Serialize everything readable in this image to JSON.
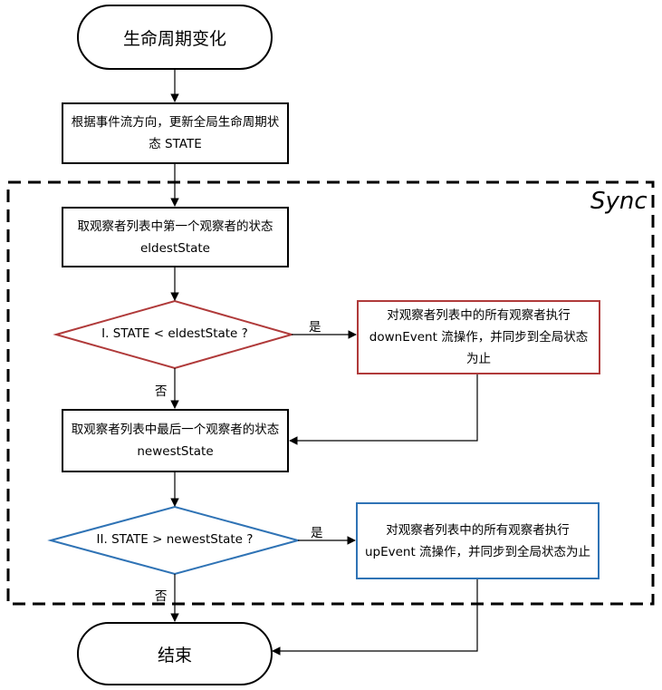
{
  "diagram": {
    "start": "生命周期变化",
    "update_global": "根据事件流方向，更新全局生命周期状态 STATE",
    "group_label": "Sync",
    "get_eldest": "取观察者列表中第一个观察者的状态 eldestState",
    "decision1": "I. STATE < eldestState ?",
    "down_event": "对观察者列表中的所有观察者执行 downEvent 流操作，并同步到全局状态为止",
    "get_newest": "取观察者列表中最后一个观察者的状态 newestState",
    "decision2": "II. STATE > newestState ?",
    "up_event": "对观察者列表中的所有观察者执行 upEvent 流操作，并同步到全局状态为止",
    "end": "结束",
    "yes": "是",
    "no": "否"
  },
  "colors": {
    "decision1_border": "#b03a3a",
    "decision2_border": "#2f73b5"
  }
}
